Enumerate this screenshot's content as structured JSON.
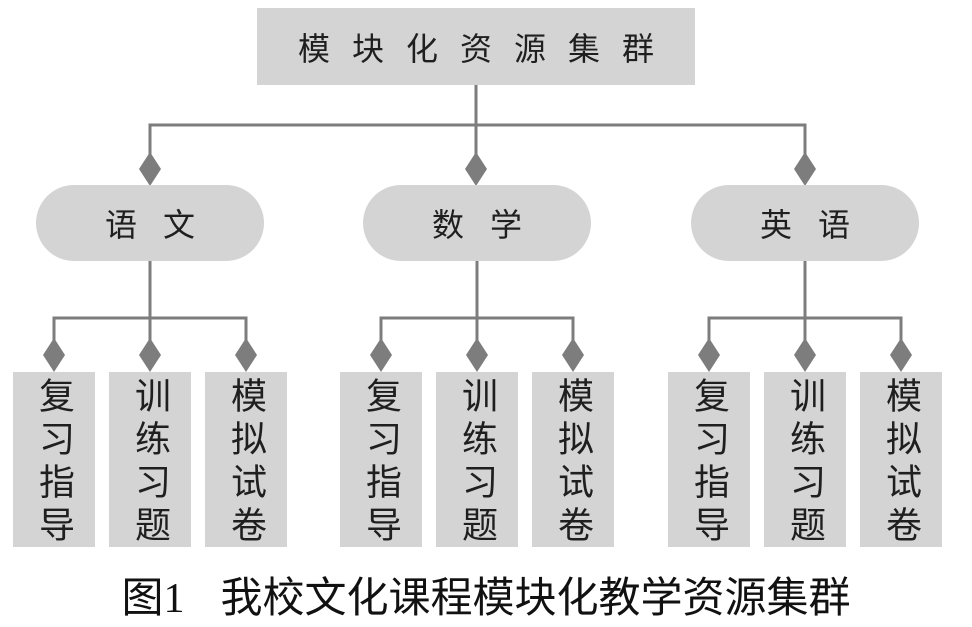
{
  "figure": {
    "caption_prefix": "图1",
    "caption_title": "我校文化课程模块化教学资源集群"
  },
  "tree": {
    "root": {
      "label": "模块化资源集群"
    },
    "branches": [
      {
        "label": "语文",
        "children": [
          {
            "label": "复习指导"
          },
          {
            "label": "训练习题"
          },
          {
            "label": "模拟试卷"
          }
        ]
      },
      {
        "label": "数学",
        "children": [
          {
            "label": "复习指导"
          },
          {
            "label": "训练习题"
          },
          {
            "label": "模拟试卷"
          }
        ]
      },
      {
        "label": "英语",
        "children": [
          {
            "label": "复习指导"
          },
          {
            "label": "训练习题"
          },
          {
            "label": "模拟试卷"
          }
        ]
      }
    ]
  },
  "colors": {
    "background": "#ffffff",
    "node_fill": "#d4d4d4",
    "connector": "#7d7d7d",
    "text": "#1f1f1f",
    "caption_text": "#111111"
  }
}
